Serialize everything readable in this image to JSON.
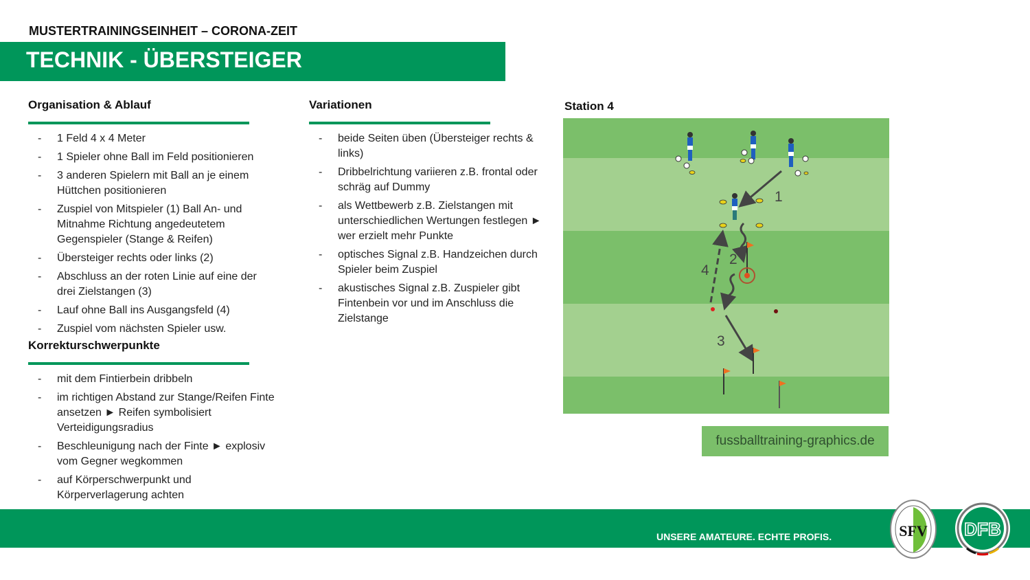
{
  "header": {
    "supertitle": "MUSTERTRAININGSEINHEIT – CORONA-ZEIT",
    "title": "TECHNIK - ÜBERSTEIGER"
  },
  "organisation": {
    "heading": "Organisation  & Ablauf",
    "items": [
      "1 Feld 4 x 4 Meter",
      "1 Spieler ohne Ball im Feld positionieren",
      "3 anderen Spielern mit Ball an je einem Hüttchen positionieren",
      "Zuspiel von Mitspieler (1) Ball An- und Mitnahme Richtung angedeutetem Gegenspieler (Stange & Reifen)",
      "Übersteiger rechts oder links (2)",
      "Abschluss an der roten Linie auf eine der drei Zielstangen (3)",
      "Lauf ohne Ball ins Ausgangsfeld (4)",
      "Zuspiel vom nächsten Spieler usw."
    ]
  },
  "korrektur": {
    "heading": "Korrekturschwerpunkte",
    "items": [
      "mit dem Fintierbein dribbeln",
      "im richtigen Abstand zur Stange/Reifen Finte ansetzen ► Reifen symbolisiert Verteidigungsradius",
      "Beschleunigung nach der Finte ► explosiv vom Gegner wegkommen",
      "auf Körperschwerpunkt und Körperverlagerung achten"
    ]
  },
  "variationen": {
    "heading": "Variationen",
    "items": [
      "beide Seiten üben (Übersteiger rechts & links)",
      "Dribbelrichtung variieren z.B. frontal oder schräg auf Dummy",
      "als Wettbewerb z.B. Zielstangen mit unterschiedlichen Wertungen festlegen ► wer erzielt mehr Punkte",
      "optisches Signal z.B. Handzeichen durch Spieler beim Zuspiel",
      "akustisches Signal z.B. Zuspieler gibt Fintenbein vor und im Anschluss die Zielstange"
    ]
  },
  "station": {
    "heading": "Station 4",
    "labels": [
      "1",
      "2",
      "3",
      "4"
    ]
  },
  "credit": "fussballtraining-graphics.de",
  "footer": {
    "slogan": "UNSERE  AMATEURE. ECHTE  PROFIS.",
    "logo1_text": "SFV",
    "logo2_text": "DFB"
  },
  "colors": {
    "brand": "#00965a",
    "field_dark": "#7bbf6a",
    "field_light": "#a3d08f"
  }
}
